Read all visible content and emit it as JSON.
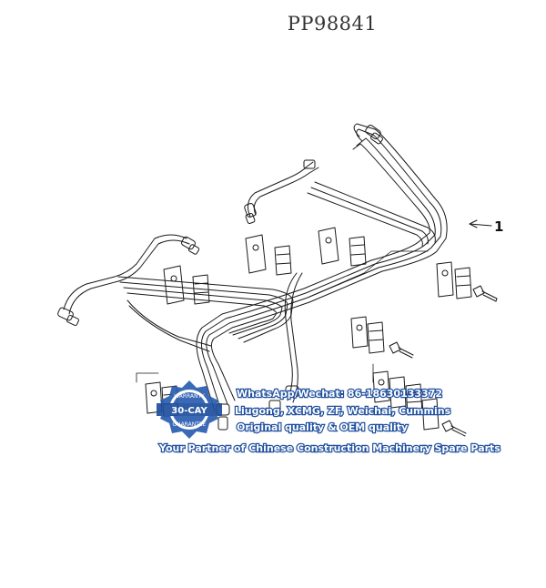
{
  "title": "PP98841",
  "callout": {
    "label": "1"
  },
  "watermark": {
    "badge_top": "WARRANTY",
    "badge_middle": "30-CAY",
    "badge_bottom": "GUARANTEE",
    "line1": "WhatsApp/Wechat: 86-18630133372",
    "line2": "Liugong, XCMG, ZF, Weichai, Cummins",
    "line3": "Original quality & OEM quality",
    "line4": "Your Partner of Chinese Construction Machinery Spare Parts"
  },
  "colors": {
    "line": "#1a1a1a",
    "watermark_blue": "#1f4f9e",
    "badge_blue": "#2a5db0"
  }
}
